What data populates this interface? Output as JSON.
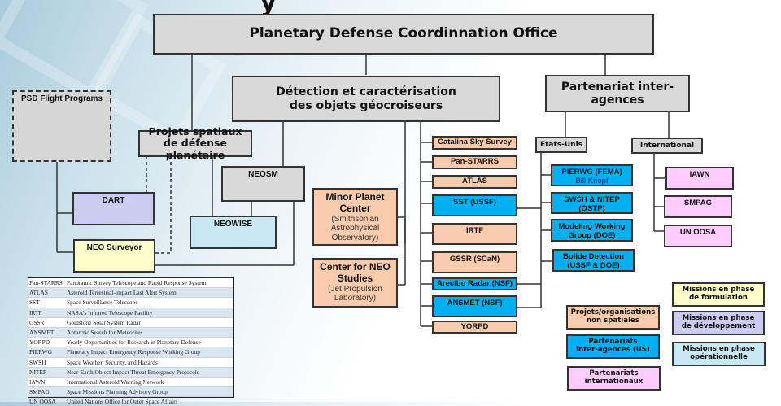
{
  "title_fragment": "y",
  "root": {
    "label": "Planetary Defense Coordinnation Office"
  },
  "psd": {
    "label": "PSD Flight Programs"
  },
  "space_projects": {
    "line1": "Projets spatiaux",
    "line2": "de défense planétaire"
  },
  "detection": {
    "line1": "Détection et caractérisation",
    "line2": "des objets géocroiseurs"
  },
  "partnership": {
    "label": "Partenariat inter-agences"
  },
  "missions": {
    "dart": "DART",
    "neo_surveyor": "NEO Surveyor",
    "neosm": "NEOSM",
    "neowise": "NEOWISE"
  },
  "centers": {
    "mpc": {
      "name1": "Minor Planet",
      "name2": "Center",
      "org1": "(Smithsonian",
      "org2": "Astrophysical",
      "org3": "Observatory)"
    },
    "cneos": {
      "name1": "Center for NEO",
      "name2": "Studies",
      "org1": "(Jet Propulsion",
      "org2": "Laboratory)"
    }
  },
  "surveys": [
    {
      "label": "Catalina Sky Survey",
      "kind": "non-space"
    },
    {
      "label": "Pan-STARRS",
      "kind": "non-space"
    },
    {
      "label": "ATLAS",
      "kind": "non-space"
    },
    {
      "label": "SST (USSF)",
      "kind": "us-interagency"
    },
    {
      "label": "IRTF",
      "kind": "non-space"
    },
    {
      "label": "GSSR (SCaN)",
      "kind": "non-space"
    },
    {
      "label": "Arecibo Radar (NSF)",
      "kind": "us-interagency"
    },
    {
      "label": "ANSMET (NSF)",
      "kind": "us-interagency"
    },
    {
      "label": "YORPD",
      "kind": "non-space"
    }
  ],
  "us": {
    "label": "Etats-Unis",
    "items": [
      {
        "line1": "PIERWG (FEMA)",
        "line2": "Bill Knopf"
      },
      {
        "line1": "SWSH & NITEP",
        "line2": "(OSTP)"
      },
      {
        "line1": "Modeling Working",
        "line2": "Group (DOE)"
      },
      {
        "line1": "Bolide Detection",
        "line2": "(USSF &  DOE)"
      }
    ]
  },
  "international": {
    "label": "International",
    "items": [
      "IAWN",
      "SMPAG",
      "UN OOSA"
    ]
  },
  "key": [
    {
      "line1": "Projets/organisations",
      "line2": "non spatiales",
      "color": "#f8cbad"
    },
    {
      "line1": "Partenariats",
      "line2": "inter-agences (US)",
      "color": "#00b0f0"
    },
    {
      "line1": "Partenariats",
      "line2": "internationaux",
      "color": "#ffccff"
    },
    {
      "line1": "Missions en phase",
      "line2": "de formulation",
      "color": "#ffffcc"
    },
    {
      "line1": "Missions en phase",
      "line2": "de développement",
      "color": "#ccccf0"
    },
    {
      "line1": "Missions en phase",
      "line2": "opérationnelle",
      "color": "#c8e9f3"
    }
  ],
  "acronyms": [
    {
      "abbr": "Pan-STARRS",
      "full": "Panoramic Survey Telescope and Rapid Response System"
    },
    {
      "abbr": "ATLAS",
      "full": "Asteroid Terrestrial-impact Last Alert System"
    },
    {
      "abbr": "SST",
      "full": "Space Surveillance Telescope"
    },
    {
      "abbr": "IRTF",
      "full": "NASA's Infrared Telescope Facility"
    },
    {
      "abbr": "GSSR",
      "full": "Goldstone Solar System Radar"
    },
    {
      "abbr": "ANSMET",
      "full": "Antarctic Search for Meteorites"
    },
    {
      "abbr": "YORPD",
      "full": "Yearly Opportunities for Research in Planetary Defense"
    },
    {
      "abbr": "PIERWG",
      "full": "Planetary Impact Emergency Response Working Group"
    },
    {
      "abbr": "SWSH",
      "full": "Space Weather, Security, and Hazards"
    },
    {
      "abbr": "NITEP",
      "full": "Near-Earth Object Impact Threat Emergency Protocols"
    },
    {
      "abbr": "IAWN",
      "full": "International Asteroid Warning Network"
    },
    {
      "abbr": "SMPAG",
      "full": "Space Missions Planning Advisory Group"
    },
    {
      "abbr": "UN OOSA",
      "full": "United Nations Office for Outer Space Affairs"
    }
  ]
}
